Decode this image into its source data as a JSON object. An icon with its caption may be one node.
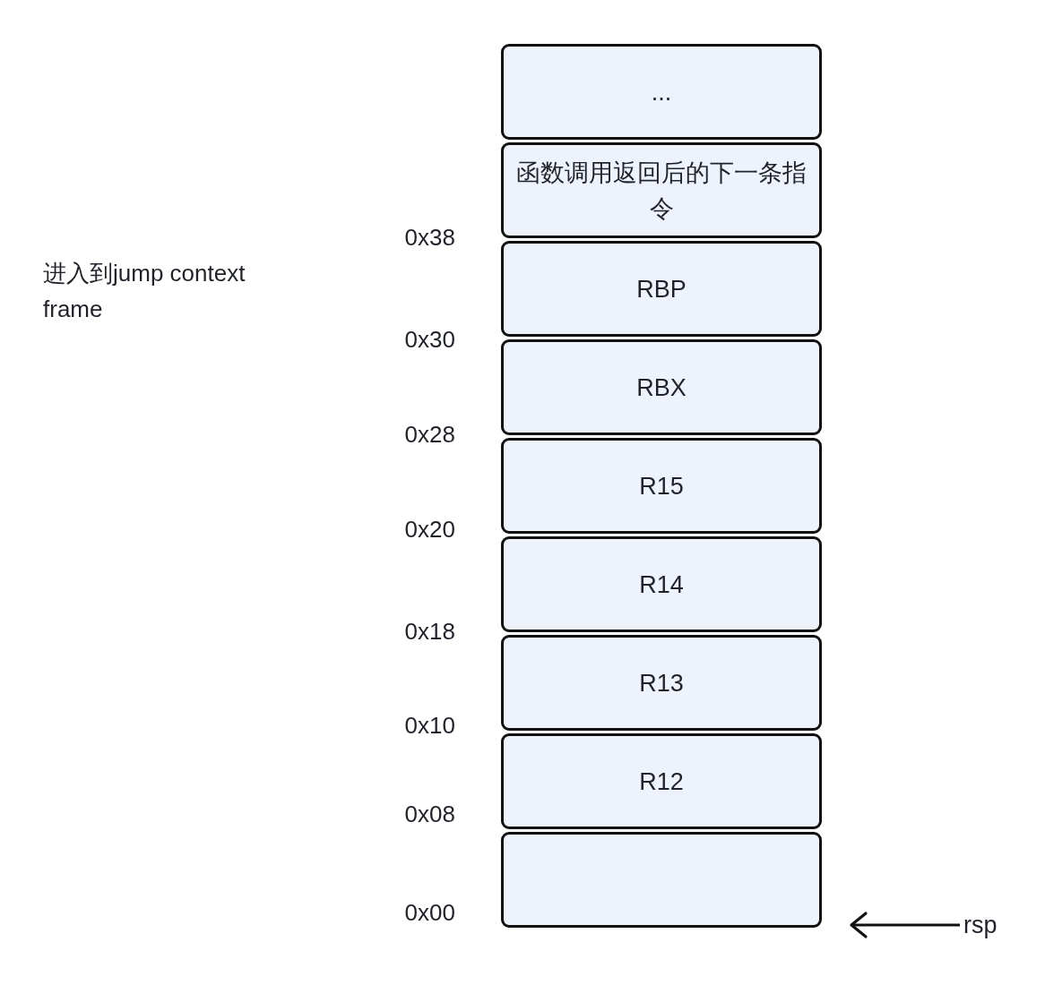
{
  "diagram": {
    "nodes": [
      {
        "text": [
          "..."
        ]
      },
      {
        "text": [
          "函数调用返回后的下一条指令"
        ]
      },
      {
        "text": [
          "RBP"
        ]
      },
      {
        "text": [
          "RBX"
        ]
      },
      {
        "text": [
          "R15"
        ]
      },
      {
        "text": [
          "R14"
        ]
      },
      {
        "text": [
          "R13"
        ]
      },
      {
        "text": [
          "R12"
        ]
      },
      {
        "text": [],
        "shape": "box"
      },
      {
        "text": [
          "rsp"
        ]
      }
    ],
    "edges": [
      {
        "from": 9,
        "to": 8,
        "arrow": "to"
      }
    ],
    "labels": [
      "0x38",
      "进入到jump context frame",
      "0x30",
      "0x28",
      "0x20",
      "0x18",
      "0x10",
      "0x08",
      "0x00"
    ]
  }
}
